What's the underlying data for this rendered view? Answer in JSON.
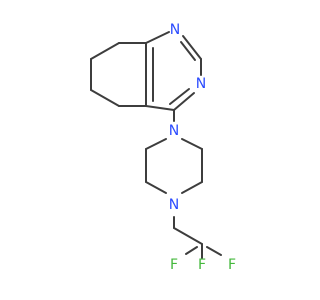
{
  "molecule": {
    "colors": {
      "bond": "#3d3d3d",
      "nitrogen": "#2b4bff",
      "fluorine": "#44b83c"
    },
    "atoms": {
      "n1": "N",
      "n3": "N",
      "n_piperazine_top": "N",
      "n_piperazine_bottom": "N",
      "f_top": "F",
      "f_right": "F",
      "f_left": "F"
    }
  }
}
